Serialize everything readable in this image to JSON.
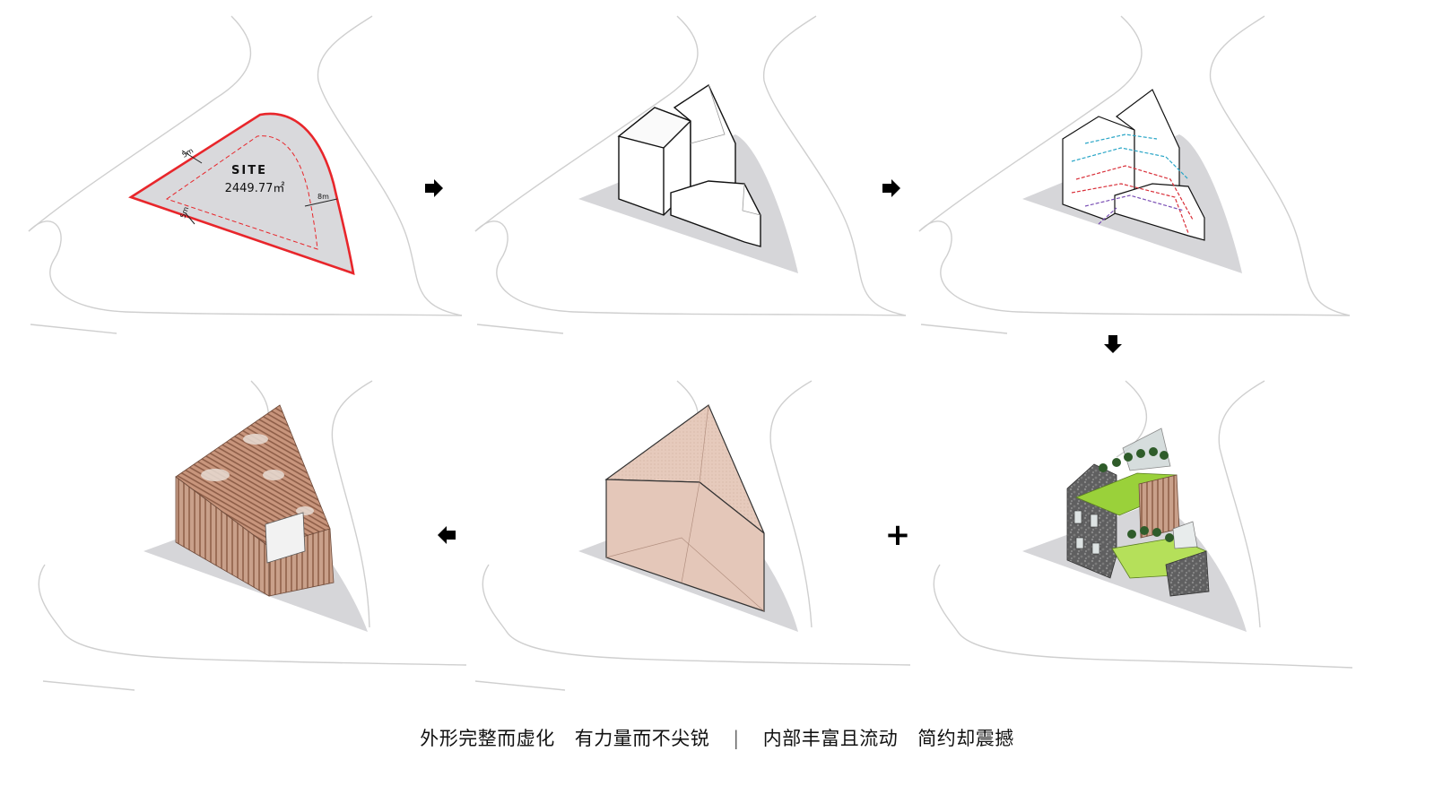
{
  "site": {
    "label": "SITE",
    "area": "2449.77㎡",
    "setback_left": "5m",
    "setback_right": "8m",
    "setback_bottom": "5m"
  },
  "caption": {
    "part1": "外形完整而虚化",
    "part2": "有力量而不尖锐",
    "separator": "|",
    "part3": "内部丰富且流动",
    "part4": "简约却震撼"
  },
  "operators": {
    "plus": "+"
  },
  "colors": {
    "site_fill": "#d9d9dc",
    "site_outline": "#e8262b",
    "road_line": "#c8c8c8",
    "ground_shadow": "#d6d6d9",
    "skin_fill": "#e3c5b8",
    "facade_wood": "#b98a72",
    "green_roof": "#9ad13a",
    "stone": "#6b6b6b"
  },
  "icons": [
    "arrow-right-icon",
    "arrow-right-icon",
    "arrow-down-icon",
    "arrow-left-icon",
    "plus-icon"
  ]
}
